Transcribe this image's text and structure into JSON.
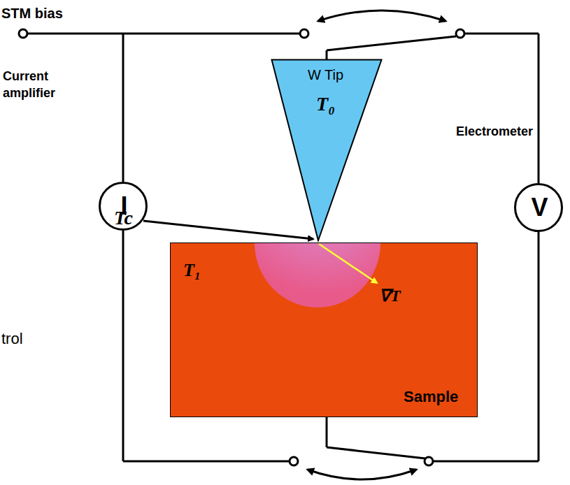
{
  "diagram": {
    "nodes": [
      {
        "text": [
          "W Tip",
          "T₀"
        ]
      },
      {
        "text": [
          "T₁",
          "∇T",
          "Sample"
        ]
      },
      {
        "text": [
          "I"
        ]
      },
      {
        "text": [
          "V"
        ]
      }
    ],
    "labels": [
      "STM bias",
      "Current amplifier",
      "Electrometer",
      "Tc",
      "trol"
    ]
  }
}
